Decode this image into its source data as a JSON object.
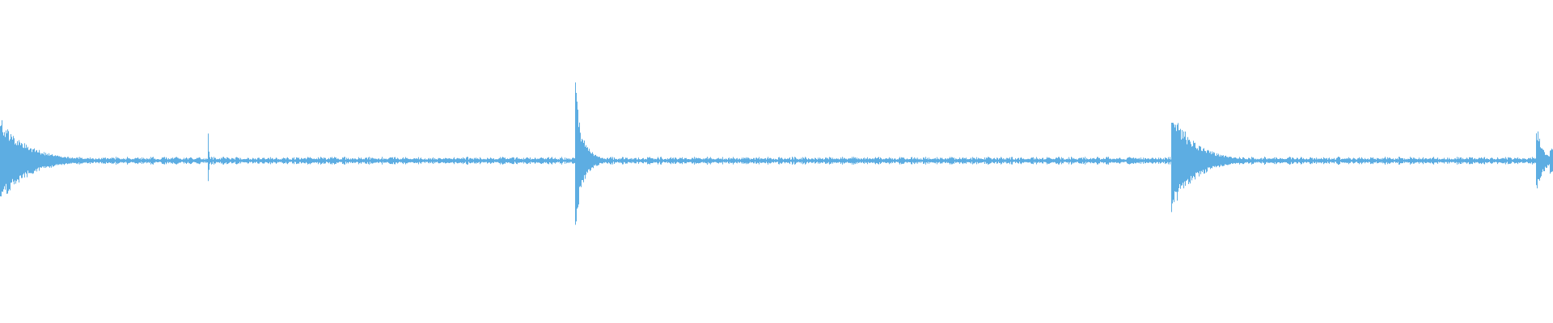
{
  "waveform": {
    "color": "#5DADE2",
    "background": "#ffffff",
    "baseline_amplitude": 0.012,
    "noise_amplitude": 0.035,
    "peaks": [
      {
        "position": 0.0,
        "amplitude_up": 0.5,
        "amplitude_down": 0.5,
        "decay": 0.018
      },
      {
        "position": 0.0085,
        "amplitude_up": 0.25,
        "amplitude_down": 0.25,
        "decay": 0.004
      },
      {
        "position": 0.134,
        "amplitude_up": 0.33,
        "amplitude_down": 0.33,
        "decay": 0.0005
      },
      {
        "position": 0.3705,
        "amplitude_up": 1.0,
        "amplitude_down": 1.0,
        "decay": 0.003
      },
      {
        "position": 0.375,
        "amplitude_up": 0.28,
        "amplitude_down": 0.28,
        "decay": 0.006
      },
      {
        "position": 0.7545,
        "amplitude_up": 0.6,
        "amplitude_down": 0.6,
        "decay": 0.015
      },
      {
        "position": 0.9895,
        "amplitude_up": 0.4,
        "amplitude_down": 0.4,
        "decay": 0.004
      },
      {
        "position": 0.9985,
        "amplitude_up": 0.17,
        "amplitude_down": 0.17,
        "decay": 0.004
      }
    ]
  }
}
